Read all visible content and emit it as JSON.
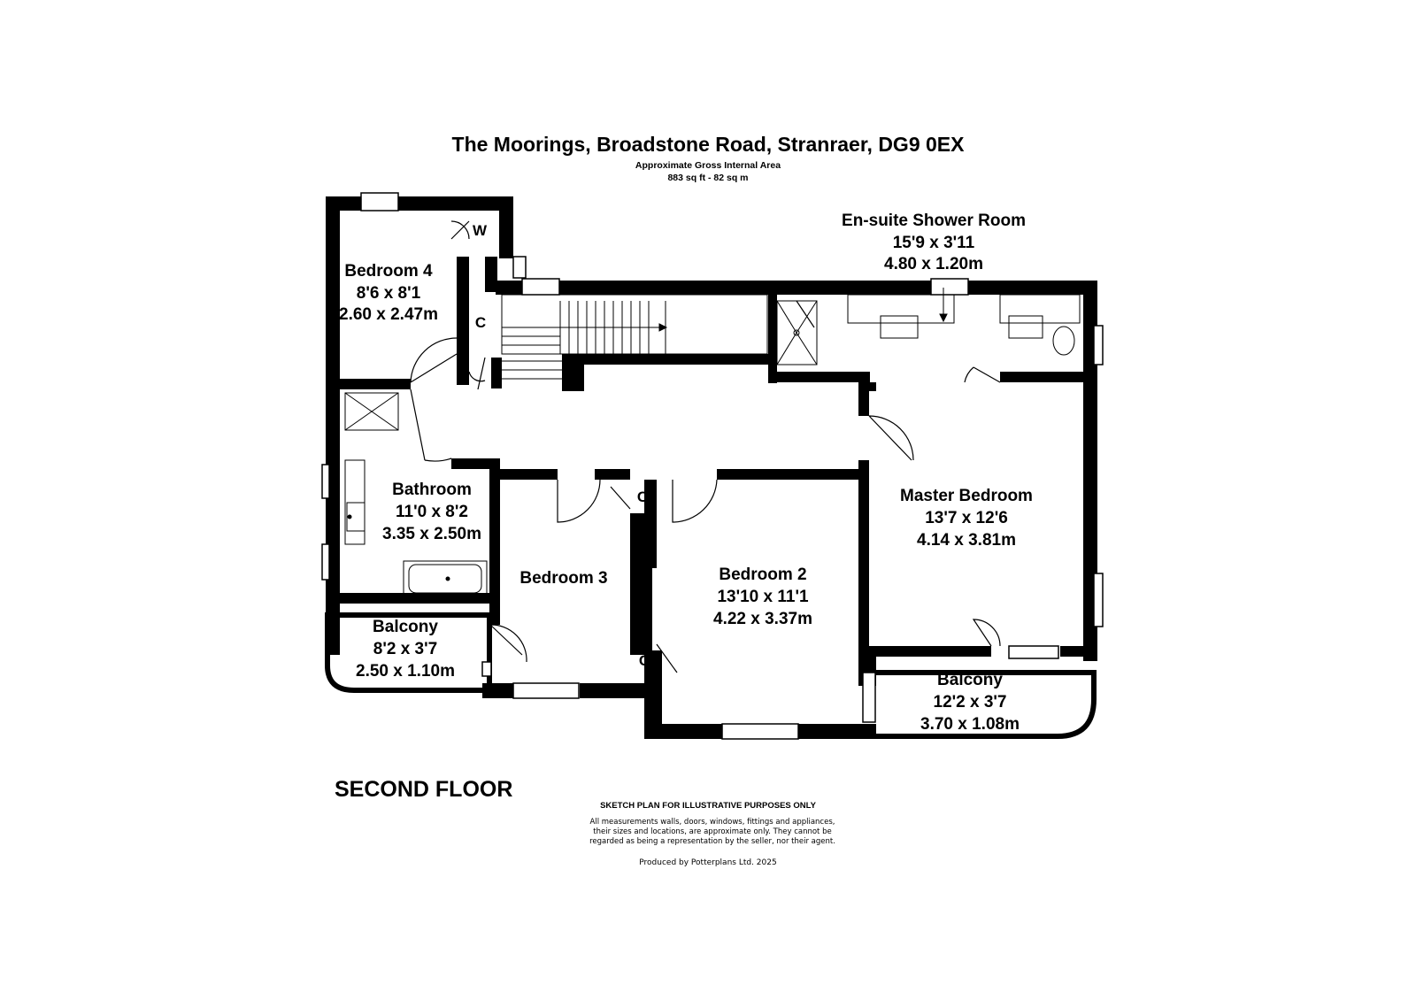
{
  "header": {
    "address": "The Moorings, Broadstone Road, Stranraer, DG9 0EX",
    "area_label": "Approximate Gross Internal Area",
    "area_value": "883 sq ft - 82 sq m"
  },
  "rooms": {
    "ensuite": {
      "name": "En-suite Shower Room",
      "imperial": "15'9 x 3'11",
      "metric": "4.80 x 1.20m"
    },
    "bedroom4": {
      "name": "Bedroom 4",
      "imperial": "8'6 x 8'1",
      "metric": "2.60 x 2.47m"
    },
    "bathroom": {
      "name": "Bathroom",
      "imperial": "11'0 x 8'2",
      "metric": "3.35 x 2.50m"
    },
    "bedroom3": {
      "name": "Bedroom 3"
    },
    "bedroom2": {
      "name": "Bedroom 2",
      "imperial": "13'10 x 11'1",
      "metric": "4.22 x 3.37m"
    },
    "master": {
      "name": "Master Bedroom",
      "imperial": "13'7 x 12'6",
      "metric": "4.14 x 3.81m"
    },
    "balcony_left": {
      "name": "Balcony",
      "imperial": "8'2 x 3'7",
      "metric": "2.50 x 1.10m"
    },
    "balcony_right": {
      "name": "Balcony",
      "imperial": "12'2 x 3'7",
      "metric": "3.70 x 1.08m"
    }
  },
  "cupboards": {
    "w": "W",
    "c": "C"
  },
  "floor_label": "SECOND FLOOR",
  "disclaimer": {
    "title": "SKETCH PLAN FOR ILLUSTRATIVE PURPOSES ONLY",
    "body": "All measurements walls, doors, windows, fittings and appliances, their sizes and locations, are approximate only. They cannot be regarded as being a representation by the seller, nor their agent.",
    "produced": "Produced by Potterplans Ltd. 2025"
  }
}
